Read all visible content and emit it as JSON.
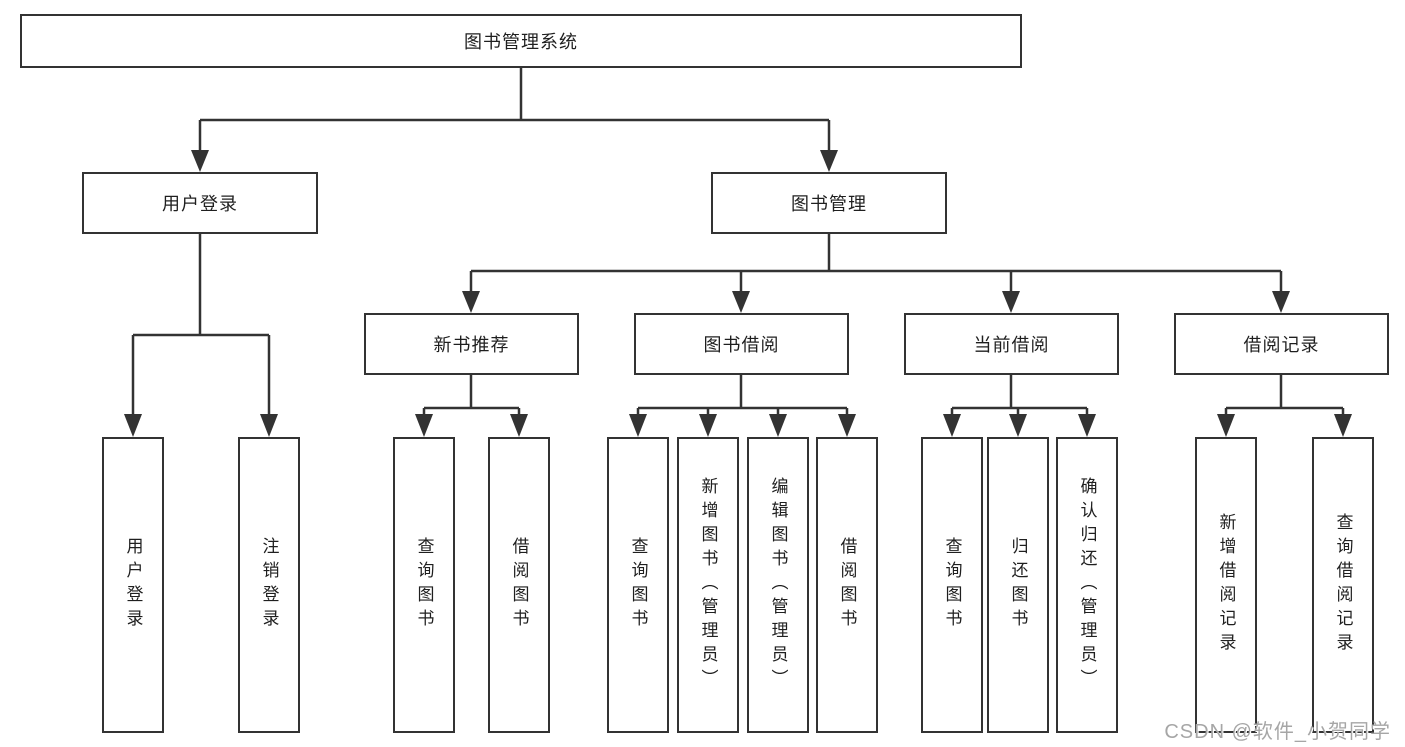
{
  "diagram": {
    "type": "hierarchy-tree",
    "title": "图书管理系统",
    "colors": {
      "line": "#333333",
      "box_border": "#333333",
      "text": "#1f1f1f",
      "background": "#ffffff",
      "watermark": "#a6a6a6"
    },
    "root": {
      "label": "图书管理系统"
    },
    "level2": [
      {
        "label": "用户登录"
      },
      {
        "label": "图书管理"
      }
    ],
    "level3": [
      {
        "label": "新书推荐"
      },
      {
        "label": "图书借阅"
      },
      {
        "label": "当前借阅"
      },
      {
        "label": "借阅记录"
      }
    ],
    "leaves": {
      "user_login": [
        {
          "label": "用户登录"
        },
        {
          "label": "注销登录"
        }
      ],
      "new_book": [
        {
          "label": "查询图书"
        },
        {
          "label": "借阅图书"
        }
      ],
      "book_borrow": [
        {
          "label": "查询图书"
        },
        {
          "label": "新增图书（管理员）"
        },
        {
          "label": "编辑图书（管理员）"
        },
        {
          "label": "借阅图书"
        }
      ],
      "current_borrow": [
        {
          "label": "查询图书"
        },
        {
          "label": "归还图书"
        },
        {
          "label": "确认归还（管理员）"
        }
      ],
      "borrow_record": [
        {
          "label": "新增借阅记录"
        },
        {
          "label": "查询借阅记录"
        }
      ]
    },
    "watermark": "CSDN @软件_小贺同学"
  }
}
